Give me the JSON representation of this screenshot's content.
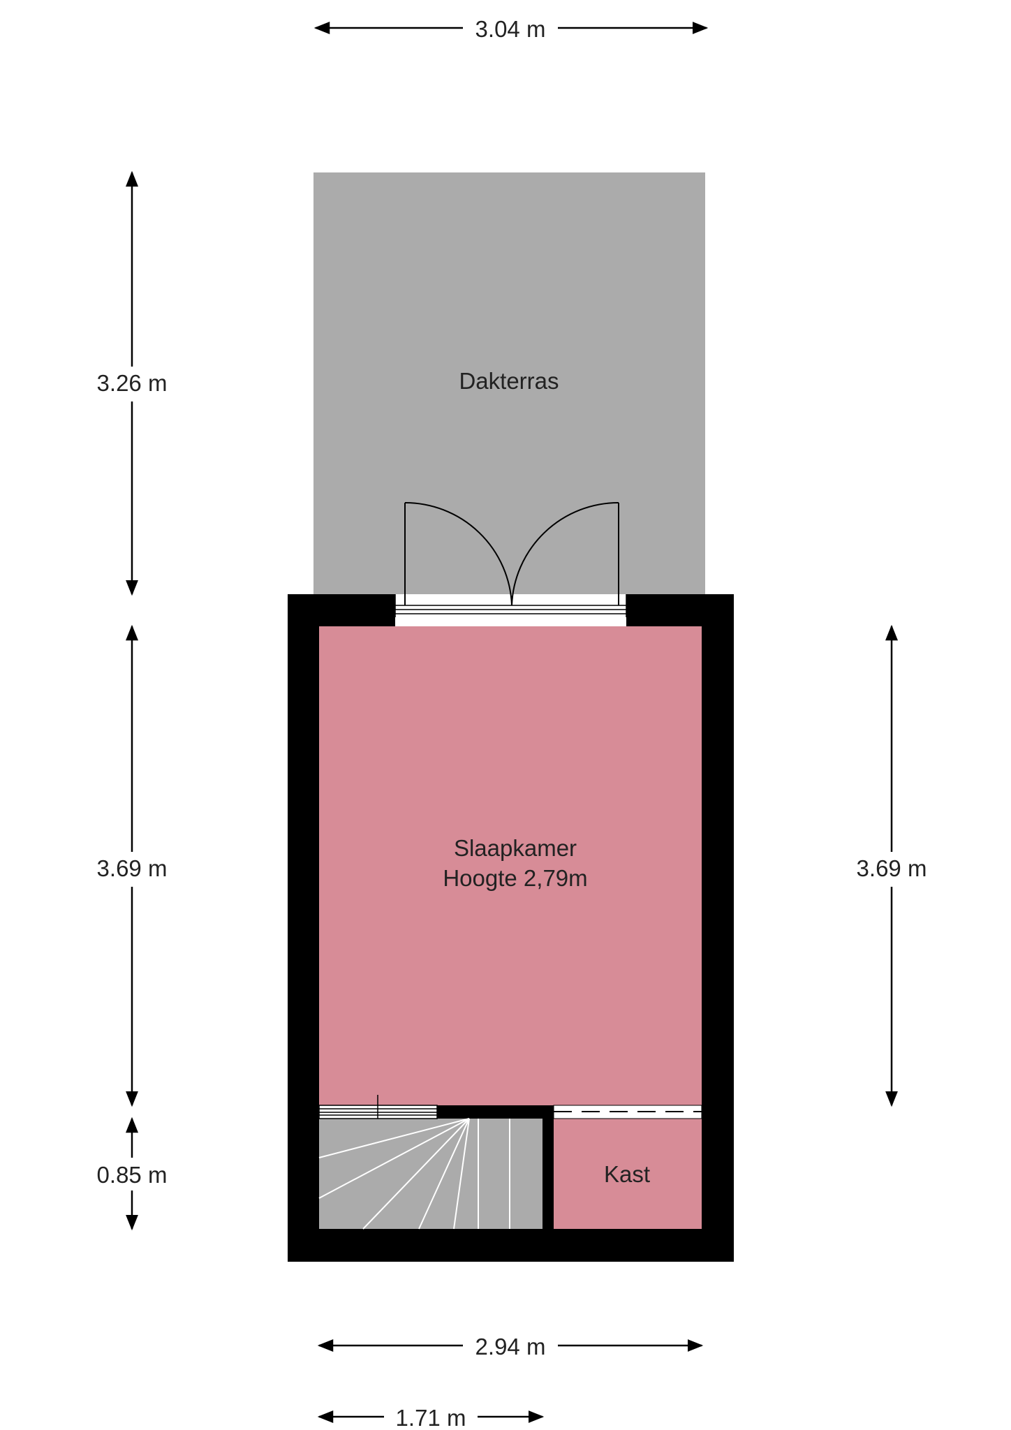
{
  "rooms": {
    "terrace": {
      "name": "Dakterras"
    },
    "bedroom": {
      "name": "Slaapkamer",
      "height": "Hoogte 2,79m"
    },
    "closet": {
      "name": "Kast"
    }
  },
  "dimensions": {
    "top_width": "3.04 m",
    "terrace_depth": "3.26 m",
    "bedroom_depth_left": "3.69 m",
    "bedroom_depth_right": "3.69 m",
    "stair_depth": "0.85 m",
    "bottom_width": "2.94 m",
    "stair_width": "1.71 m"
  },
  "colors": {
    "terrace": "#ababab",
    "room": "#d78c97",
    "wall": "#000000",
    "stairs": "#ababab"
  }
}
